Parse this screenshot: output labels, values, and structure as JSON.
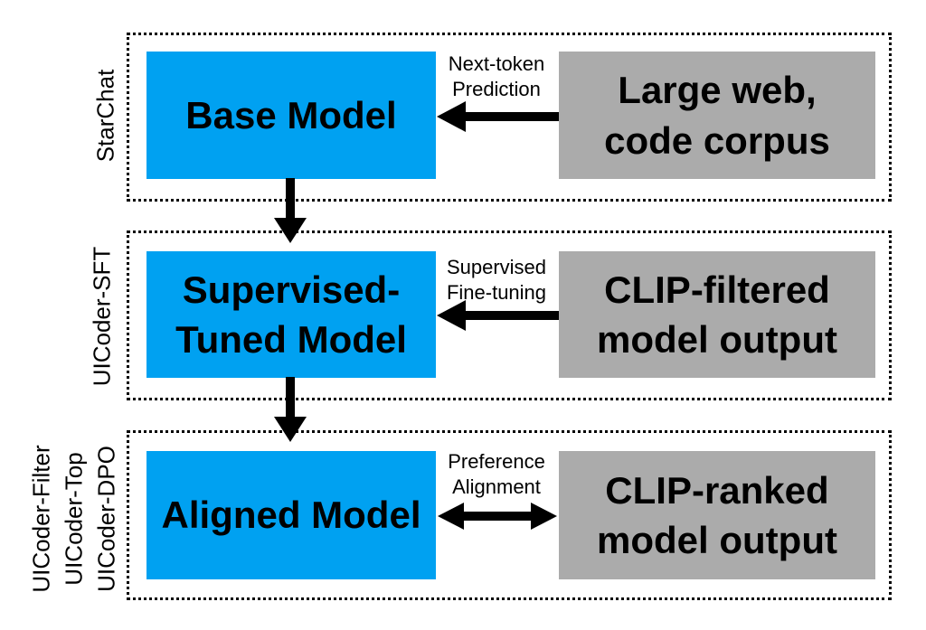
{
  "colors": {
    "model_box_fill": "#00a1f1",
    "data_box_fill": "#ababab",
    "arrow_color": "#000000",
    "frame_border": "#000000",
    "background": "#ffffff"
  },
  "stages": [
    {
      "side_labels": [
        "StarChat"
      ],
      "model_lines": [
        "Base Model"
      ],
      "process_lines": [
        "Next-token",
        "Prediction"
      ],
      "data_lines": [
        "Large web,",
        "code corpus"
      ],
      "arrow_type": "left"
    },
    {
      "side_labels": [
        "UICoder-SFT"
      ],
      "model_lines": [
        "Supervised-",
        "Tuned Model"
      ],
      "process_lines": [
        "Supervised",
        "Fine-tuning"
      ],
      "data_lines": [
        "CLIP-filtered",
        "model output"
      ],
      "arrow_type": "left"
    },
    {
      "side_labels": [
        "UICoder-Filter",
        "UICoder-Top",
        "UICoder-DPO"
      ],
      "model_lines": [
        "Aligned Model"
      ],
      "process_lines": [
        "Preference",
        "Alignment"
      ],
      "data_lines": [
        "CLIP-ranked",
        "model output"
      ],
      "arrow_type": "double"
    }
  ]
}
